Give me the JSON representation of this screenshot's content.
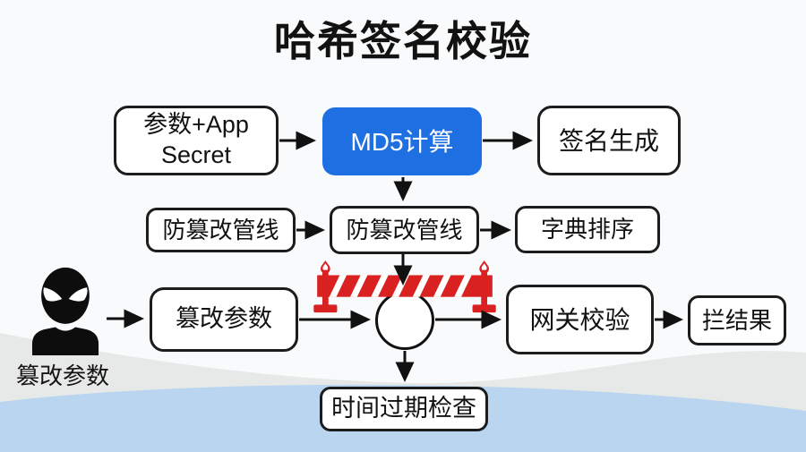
{
  "title": "哈希签名校验",
  "nodes": {
    "params": "参数+App Secret",
    "md5": "MD5计算",
    "sign": "签名生成",
    "pipeline_left": "防篡改管线",
    "pipeline_mid": "防篡改管线",
    "dict_sort": "字典排序",
    "tamper_box": "篡改参数",
    "gateway": "网关校验",
    "result": "拦结果",
    "time_check": "时间过期检查"
  },
  "labels": {
    "hacker_caption": "篡改参数"
  },
  "icons": {
    "hacker": "hacker-icon",
    "barrier": "roadblock-barrier-icon",
    "junction": "merge-circle"
  },
  "colors": {
    "accent_blue": "#1e6fe2",
    "barrier_red": "#d92121",
    "line_black": "#111111",
    "wave_gray": "#e7e9e8",
    "wave_blue": "#b9d5f0",
    "background": "#f8fafb"
  }
}
